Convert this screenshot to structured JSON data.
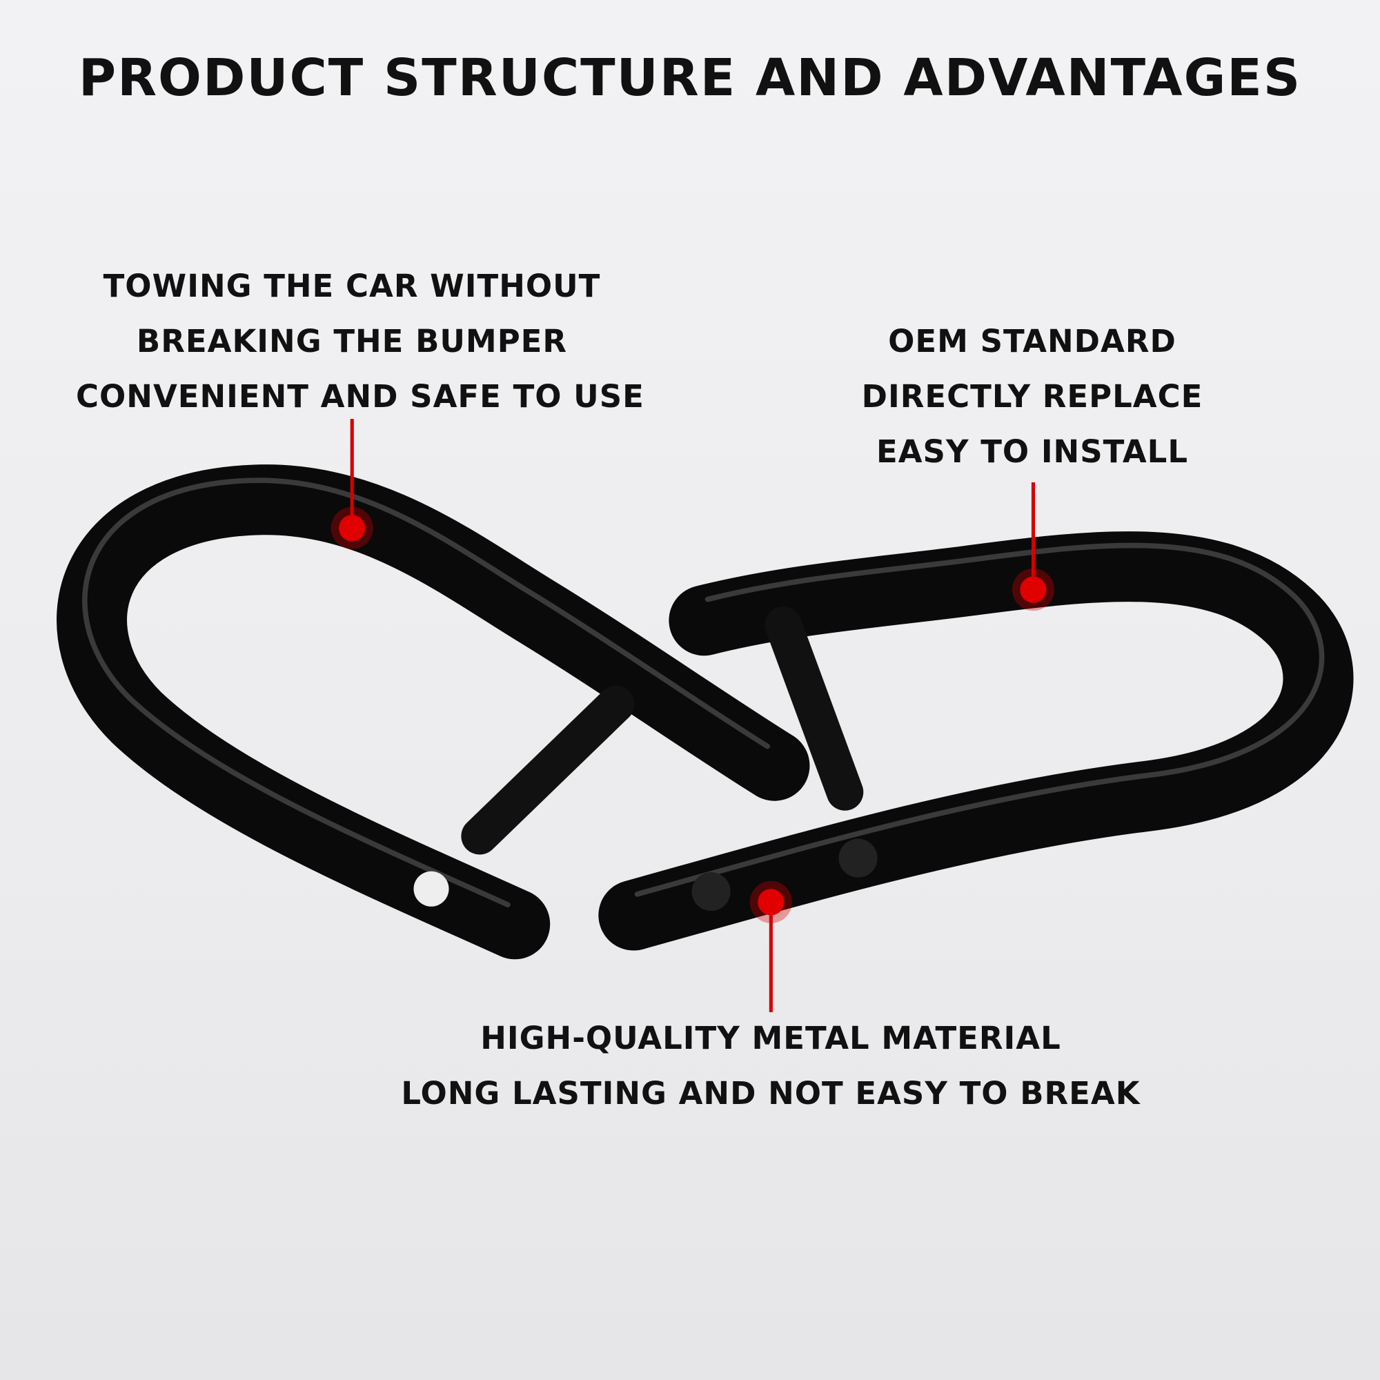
{
  "title": "PRODUCT STRUCTURE AND ADVANTAGES",
  "callouts": {
    "left": [
      "TOWING THE CAR WITHOUT",
      "BREAKING THE BUMPER",
      "CONVENIENT AND SAFE TO USE"
    ],
    "right": [
      "OEM STANDARD",
      "DIRECTLY REPLACE",
      "EASY TO INSTALL"
    ],
    "bottom": [
      "HIGH-QUALITY METAL MATERIAL",
      "LONG LASTING AND NOT EASY TO BREAK"
    ]
  },
  "colors": {
    "accent": "#d40000",
    "product": "#0c0c0c",
    "background": "#efeff1"
  }
}
